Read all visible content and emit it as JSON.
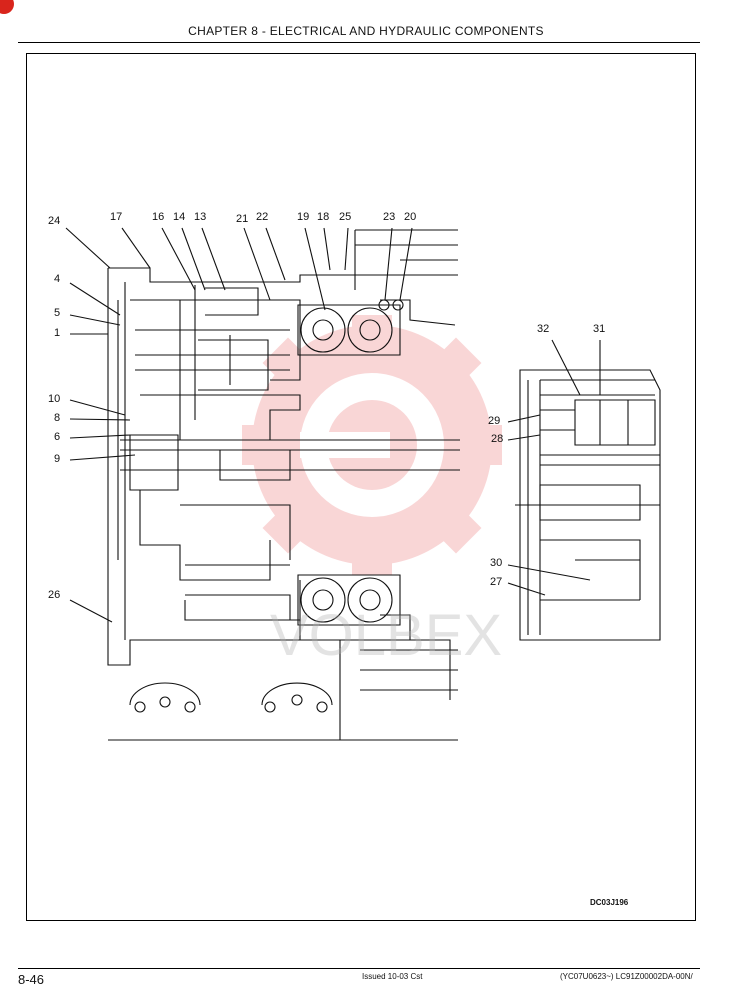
{
  "header": {
    "chapter_title": "CHAPTER 8 - ELECTRICAL AND HYDRAULIC COMPONENTS"
  },
  "footer": {
    "page_number": "8-46",
    "issued": "Issued 10-03   Cst",
    "codes": "(YC07U0623~)   LC91Z00002DA-00N/"
  },
  "figure": {
    "id": "DC03J196",
    "callouts": [
      {
        "label": "24"
      },
      {
        "label": "17"
      },
      {
        "label": "16"
      },
      {
        "label": "14"
      },
      {
        "label": "13"
      },
      {
        "label": "21"
      },
      {
        "label": "22"
      },
      {
        "label": "19"
      },
      {
        "label": "18"
      },
      {
        "label": "25"
      },
      {
        "label": "23"
      },
      {
        "label": "20"
      },
      {
        "label": "4"
      },
      {
        "label": "5"
      },
      {
        "label": "1"
      },
      {
        "label": "10"
      },
      {
        "label": "8"
      },
      {
        "label": "6"
      },
      {
        "label": "9"
      },
      {
        "label": "26"
      },
      {
        "label": "32"
      },
      {
        "label": "31"
      },
      {
        "label": "29"
      },
      {
        "label": "28"
      },
      {
        "label": "30"
      },
      {
        "label": "27"
      }
    ]
  },
  "colors": {
    "watermark": "#e8474a",
    "line": "#111111",
    "corner_mark": "#d9251c"
  }
}
